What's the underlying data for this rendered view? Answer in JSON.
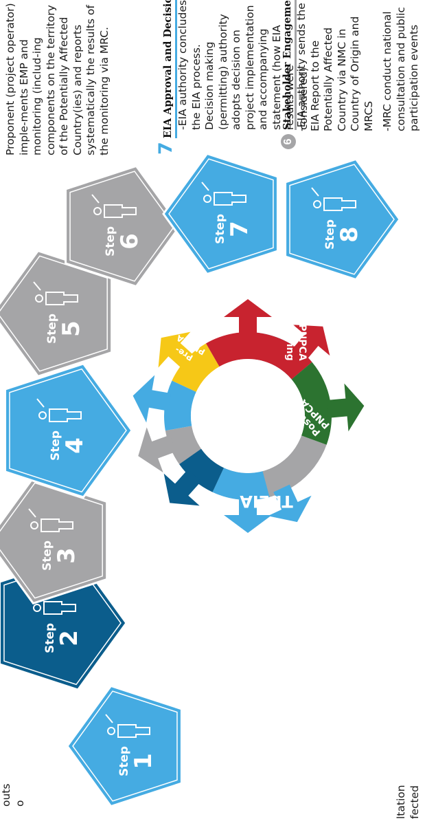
{
  "colors": {
    "blue": "#45ABE2",
    "dark_blue": "#0B5D8C",
    "grey": "#A5A5A7",
    "green": "#2C7330",
    "red": "#C8232F",
    "yellow": "#F6C817",
    "white": "#FFFFFF"
  },
  "steps": [
    {
      "word": "Step",
      "num": "1",
      "color": "#45ABE2",
      "icon": "person-flag-icon"
    },
    {
      "word": "Step",
      "num": "2",
      "color": "#0B5D8C",
      "icon": "person-phone-icon"
    },
    {
      "word": "Step",
      "num": "3",
      "color": "#A5A5A7",
      "icon": "two-people-talking-icon"
    },
    {
      "word": "Step",
      "num": "4",
      "color": "#45ABE2",
      "icon": "person-directions-icon"
    },
    {
      "word": "Step",
      "num": "5",
      "color": "#A5A5A7",
      "icon": "person-document-icon"
    },
    {
      "word": "Step",
      "num": "6",
      "color": "#A5A5A7",
      "icon": "person-presentation-icon"
    },
    {
      "word": "Step",
      "num": "7",
      "color": "#45ABE2",
      "icon": "person-idea-icon"
    },
    {
      "word": "Step",
      "num": "8",
      "color": "#45ABE2",
      "icon": "people-chart-icon"
    }
  ],
  "phases": {
    "tbeia": "TbEIA",
    "pre": [
      "Pre-",
      "PNPCA"
    ],
    "during": [
      "During",
      "PNPCA"
    ],
    "post": [
      "Post",
      "PNPCA"
    ]
  },
  "partial_left": {
    "top": [
      "outs",
      "o"
    ],
    "bottom": [
      "ltation",
      "fected"
    ]
  },
  "step8_text": "Proponent (project operator) imple-ments EMP and monitoring (includ-ing components on the territory of the Potentially Affected Country(ies) and reports systematically the results of the monitoring via MRC.",
  "step7": {
    "number": "7",
    "heading": "EIA Approval and Decision on the project",
    "text": "-EIA authority concludes the EIA process. Decision making (permitting) authority adopts decision on project implementation and accompanying statement (how EIA results were considered)"
  },
  "step6": {
    "number": "6",
    "heading": "Stakeholder Engagement",
    "text1": "-EIA authority sends the EIA Report to the Potentially Affected Country via NMC in Country of Origin and MRCS",
    "text2": "-MRC conduct national consultation and public participation events"
  }
}
